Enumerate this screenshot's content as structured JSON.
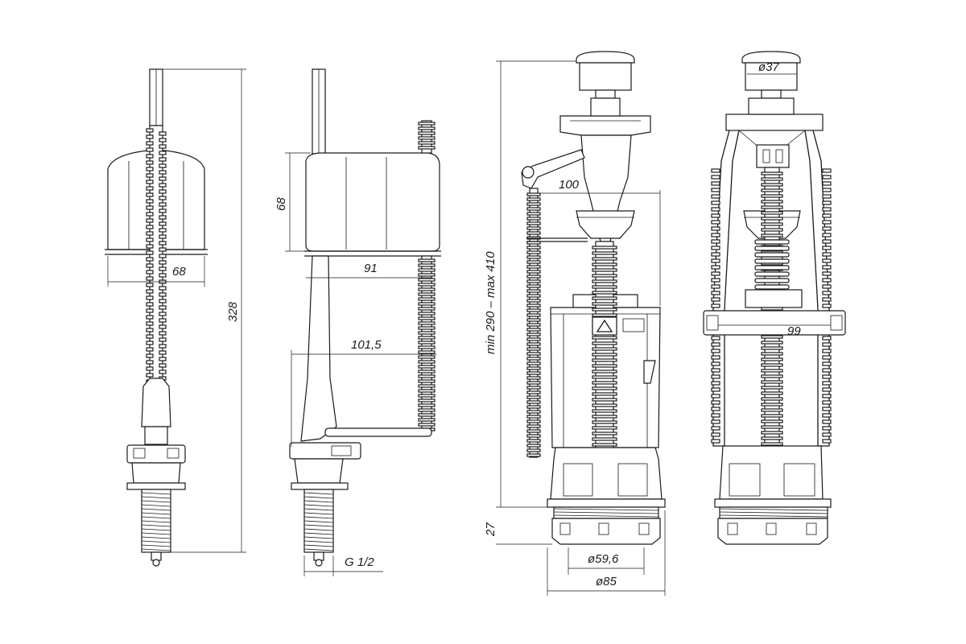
{
  "dimensions": {
    "float_valve_width": "68",
    "overall_height": "328",
    "float_height": "68",
    "float_offset_91": "91",
    "float_offset_101": "101,5",
    "thread": "G 1/2",
    "flush_lever": "100",
    "flush_height_range": "min 290 – max 410",
    "base_height": "27",
    "inner_diameter": "ø59,6",
    "outer_diameter": "ø85",
    "button_diameter": "ø37",
    "frame_width": "99"
  }
}
